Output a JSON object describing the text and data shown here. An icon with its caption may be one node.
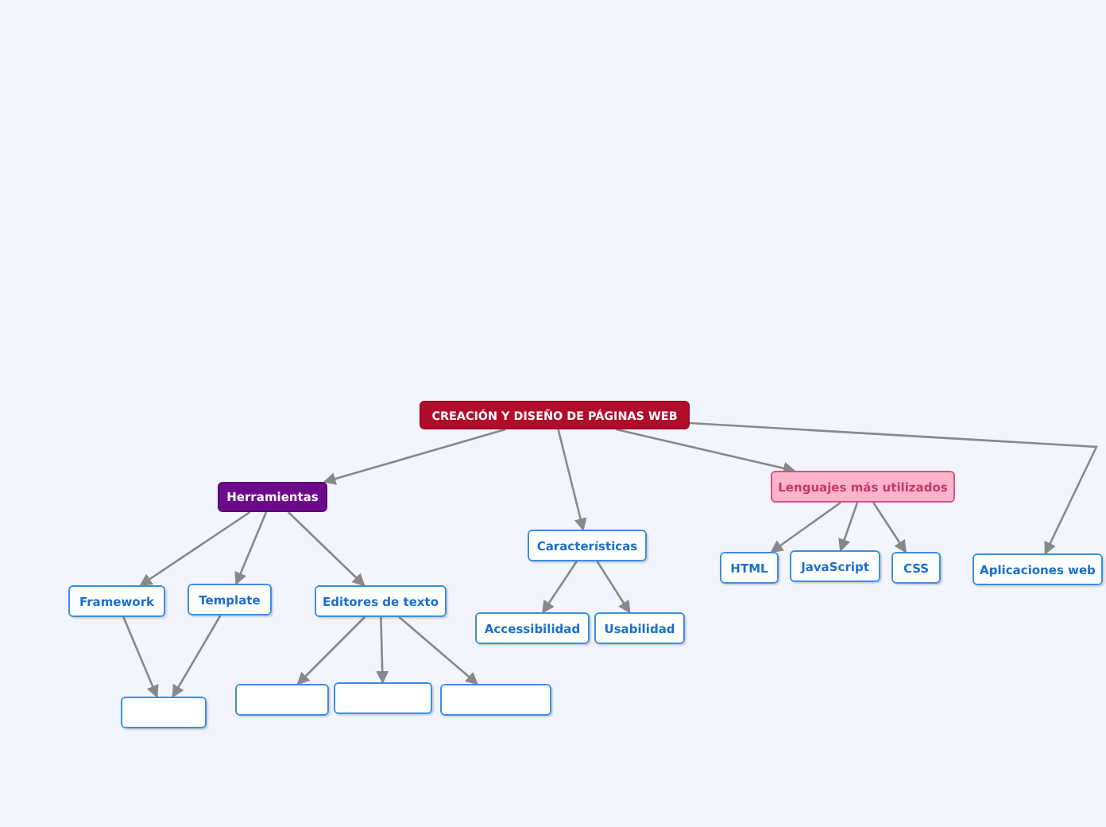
{
  "diagram": {
    "nodes": [
      {
        "text": [
          "CREACIÓN Y DISEÑO DE PÁGINAS WEB"
        ]
      },
      {
        "text": [
          "Herramientas"
        ]
      },
      {
        "text": [
          "Características"
        ]
      },
      {
        "text": [
          "Lenguajes más utilizados"
        ]
      },
      {
        "text": [
          "Aplicaciones web"
        ]
      },
      {
        "text": [
          "Framework"
        ]
      },
      {
        "text": [
          "Template"
        ]
      },
      {
        "text": [
          "Editores de texto"
        ]
      },
      {
        "text": [
          "Accessibilidad"
        ]
      },
      {
        "text": [
          "Usabilidad"
        ]
      },
      {
        "text": [
          "HTML"
        ]
      },
      {
        "text": [
          "JavaScript"
        ]
      },
      {
        "text": [
          "CSS"
        ]
      },
      {
        "text": [],
        "shape": "box"
      },
      {
        "text": [],
        "shape": "box"
      },
      {
        "text": [],
        "shape": "box"
      },
      {
        "text": [],
        "shape": "box"
      }
    ],
    "edges": [
      {
        "from": 0,
        "to": 1,
        "arrow": "to"
      },
      {
        "from": 0,
        "to": 2,
        "arrow": "to"
      },
      {
        "from": 0,
        "to": 3,
        "arrow": "to"
      },
      {
        "from": 0,
        "to": 4,
        "arrow": "to"
      },
      {
        "from": 1,
        "to": 5,
        "arrow": "to"
      },
      {
        "from": 1,
        "to": 6,
        "arrow": "to"
      },
      {
        "from": 1,
        "to": 7,
        "arrow": "to"
      },
      {
        "from": 2,
        "to": 8,
        "arrow": "to"
      },
      {
        "from": 2,
        "to": 9,
        "arrow": "to"
      },
      {
        "from": 3,
        "to": 10,
        "arrow": "to"
      },
      {
        "from": 3,
        "to": 11,
        "arrow": "to"
      },
      {
        "from": 3,
        "to": 12,
        "arrow": "to"
      },
      {
        "from": 5,
        "to": 13,
        "arrow": "to"
      },
      {
        "from": 6,
        "to": 13,
        "arrow": "to"
      },
      {
        "from": 7,
        "to": 14,
        "arrow": "to"
      },
      {
        "from": 7,
        "to": 15,
        "arrow": "to"
      },
      {
        "from": 7,
        "to": 16,
        "arrow": "to"
      }
    ]
  }
}
